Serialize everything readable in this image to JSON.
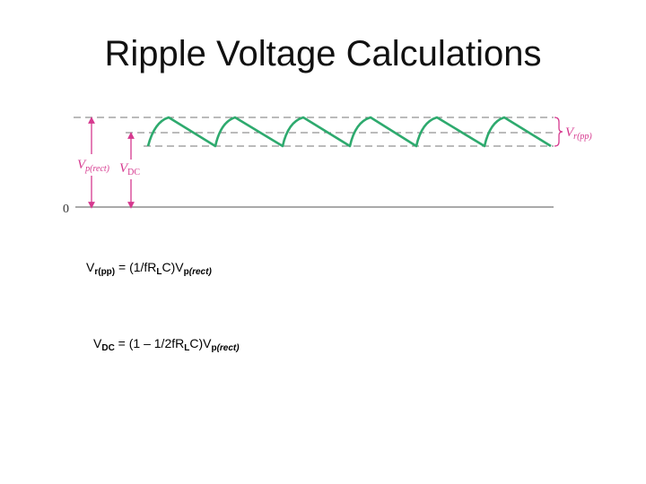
{
  "slide": {
    "title": "Ripple Voltage Calculations"
  },
  "diagram": {
    "zero_label": "0",
    "vp_label": {
      "main": "V",
      "sub": "p(rect)"
    },
    "vdc_label": {
      "main": "V",
      "sub": "DC"
    },
    "vr_label": {
      "main": "V",
      "sub": "r(pp)"
    },
    "colors": {
      "waveform": "#2eaa6e",
      "annotation": "#d6398f",
      "reference_lines": "#777777",
      "baseline": "#777777"
    },
    "peaks_count": 6
  },
  "equations": {
    "ripple": {
      "v": "V",
      "sub1": "r(pp)",
      "text1": " = (1/fR",
      "sub2": "L",
      "text2": "C)V",
      "sub3a": "p",
      "sub3b": "(rect)"
    },
    "dc": {
      "v": "V",
      "sub1": "DC",
      "text1": " = (1 – 1/2fR",
      "sub2": "L",
      "text2": "C)V",
      "sub3a": "p",
      "sub3b": "(rect)"
    }
  }
}
